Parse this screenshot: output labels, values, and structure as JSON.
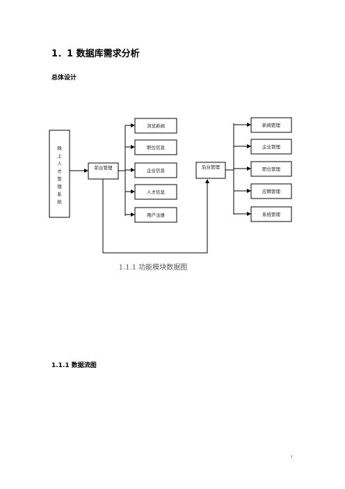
{
  "heading": "1．1 数据库需求分析",
  "subheading": "总体设计",
  "diagram": {
    "root_chars": [
      "网",
      "上",
      "人",
      "才",
      "管",
      "理",
      "系",
      "统"
    ],
    "frontend": "前台管理",
    "frontend_items": [
      "浏览新闻",
      "职位信息",
      "企业信息",
      "人才信息",
      "用户注册"
    ],
    "backend": "后台管理",
    "backend_items": [
      "新闻管理",
      "企业管理",
      "职位管理",
      "应聘管理",
      "系统管理"
    ]
  },
  "caption": "1.1.1 功能模块数据图",
  "section_heading": "1.1.1 数据流图",
  "page_number": "1"
}
